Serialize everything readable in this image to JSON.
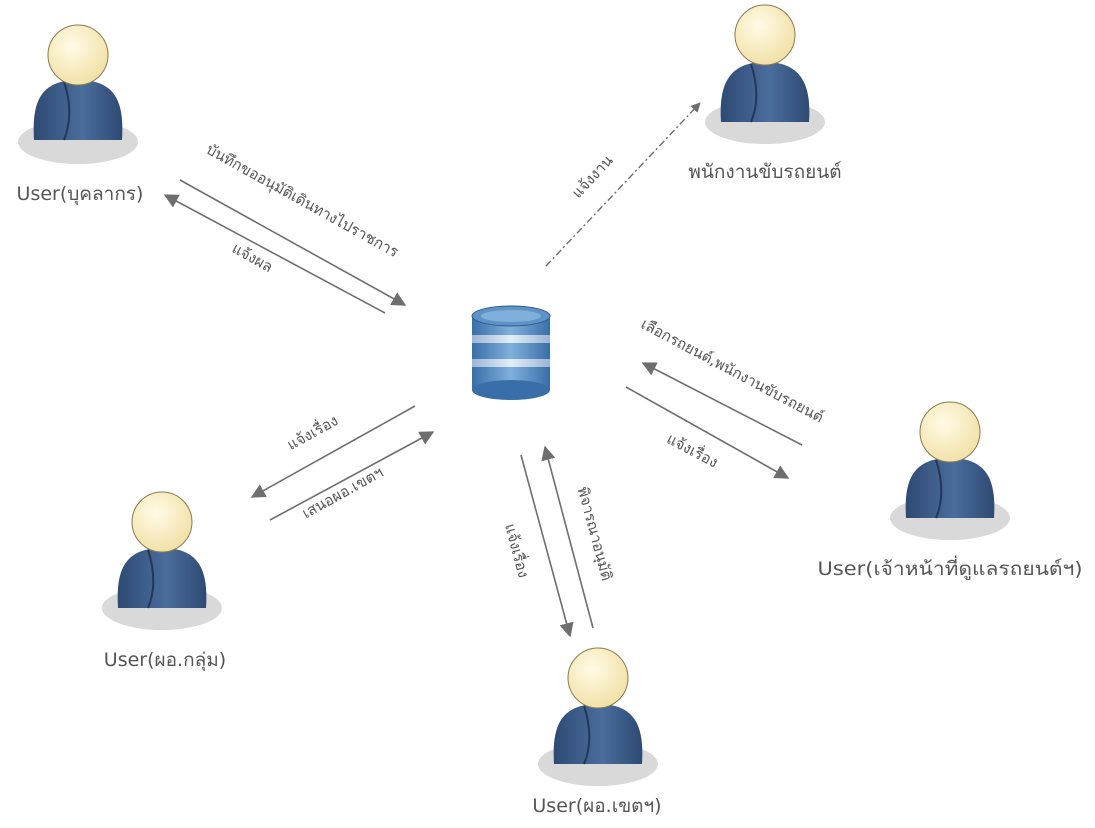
{
  "actors": {
    "staff": {
      "label": "User(บุคลากร)"
    },
    "driver": {
      "label": "พนักงานขับรถยนต์"
    },
    "car_officer": {
      "label": "User(เจ้าหน้าที่ดูแลรถยนต์ฯ)"
    },
    "group_director": {
      "label": "User(ผอ.กลุ่ม)"
    },
    "area_director": {
      "label": "User(ผอ.เขตฯ)"
    }
  },
  "flows": {
    "staff_request": "บันทึกขออนุมัติเดินทางไปราชการ",
    "staff_result": "แจ้งผล",
    "driver_notify": "แจ้งงาน",
    "officer_select": "เลือกรถยนต์,พนักงานขับรถยนต์",
    "officer_notify": "แจ้งเรื่อง",
    "group_notify": "แจ้งเรื่อง",
    "group_propose": "เสนอผอ.เขตฯ",
    "area_notify": "แจ้งเรื่อง",
    "area_consider": "พิจารณาอนุมัติ"
  },
  "colors": {
    "arrow": "#6e6e6e",
    "person_body": "#3f5f8c",
    "person_head": "#fbf0c6",
    "shadow": "#d9d9d9",
    "database": "#4a7fb8",
    "text": "#555555"
  }
}
